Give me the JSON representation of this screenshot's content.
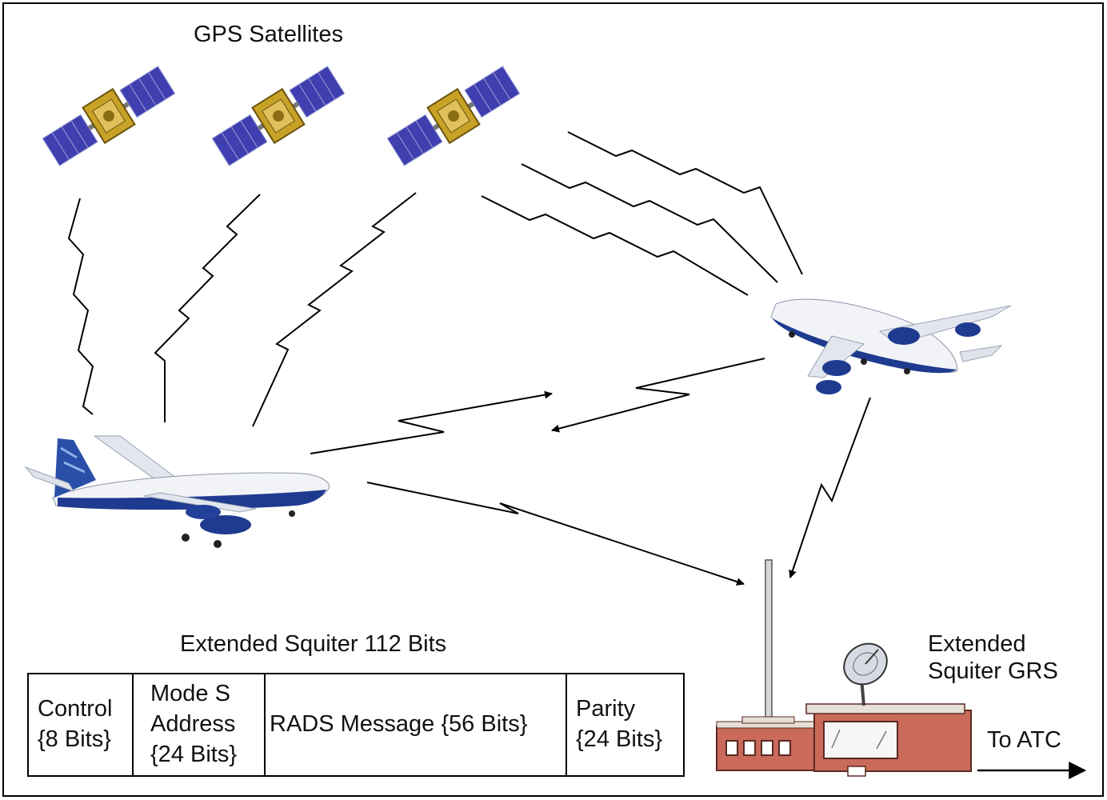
{
  "title": "GPS Satellites",
  "ground_station": {
    "line1": "Extended",
    "line2": "Squiter GRS"
  },
  "atc_label": "To ATC",
  "message": {
    "caption": "Extended Squiter 112 Bits",
    "fields": [
      {
        "line1": "Control",
        "line2": "{8 Bits}"
      },
      {
        "line1": "Mode S",
        "line2": "Address",
        "line3": "{24 Bits}"
      },
      {
        "line1": "RADS Message {56 Bits}"
      },
      {
        "line1": "Parity",
        "line2": "{24 Bits}"
      }
    ]
  },
  "colors": {
    "solar_panel": "#3f3fb0",
    "satellite_body": "#c8a227",
    "aircraft_fuselage": "#f2f3f7",
    "aircraft_livery": "#1f3b8f",
    "building": "#c96a5a",
    "roof": "#e6e0d6"
  },
  "icons": [
    "satellite-icon",
    "airliner-icon",
    "jumbo-jet-icon",
    "antenna-mast-icon",
    "dish-antenna-icon",
    "ground-station-icon"
  ]
}
